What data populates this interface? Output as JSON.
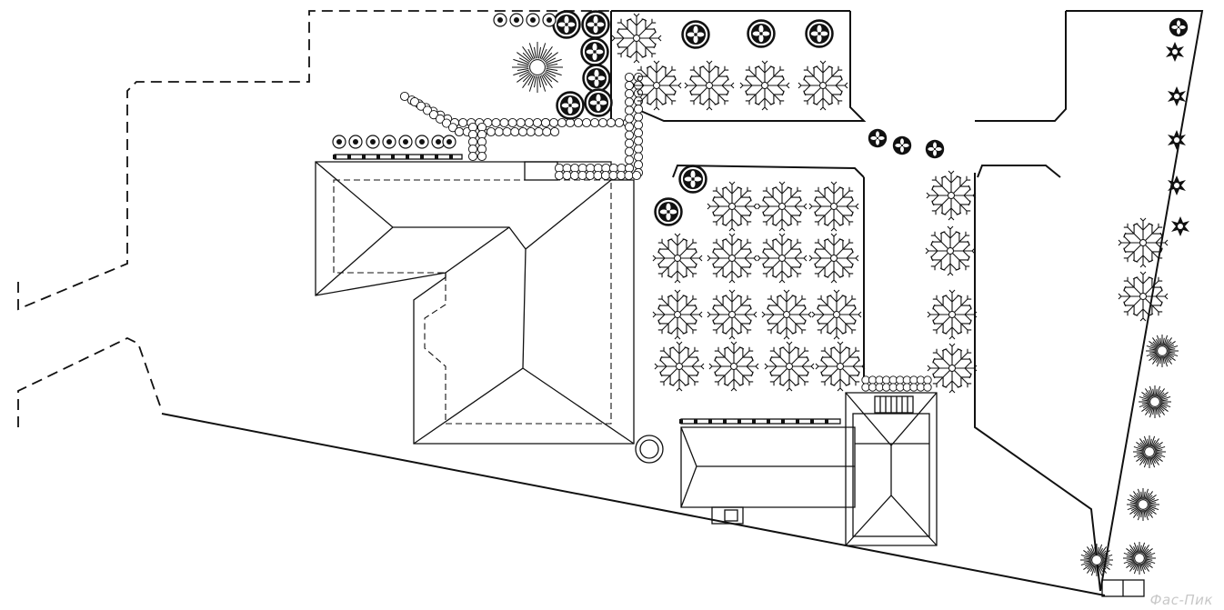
{
  "watermark": "Фас-Пик",
  "plan_elements": {
    "site_boundary": "site-boundary-line",
    "houses": [
      "main-house-roof",
      "annex-roof"
    ],
    "paths": [
      "paver-path"
    ],
    "planting": [
      "deciduous-tree-icon",
      "round-tree-icon",
      "shrub-icon",
      "conifer-icon",
      "starburst-tree-icon",
      "hedge-row"
    ]
  }
}
